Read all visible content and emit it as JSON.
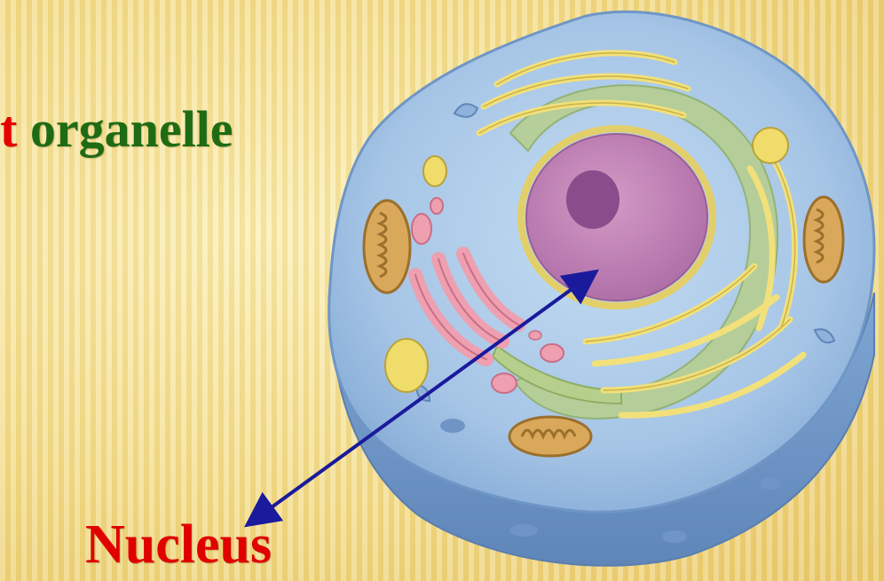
{
  "slide": {
    "title_partial_red": "t",
    "title_partial_green": "organelle",
    "nucleus_label": "Nucleus"
  },
  "colors": {
    "background": "#f3dd8c",
    "label_red": "#e00000",
    "title_green": "#1e6b14",
    "arrow": "#1a1a9c",
    "cytoplasm": "#aac8e6",
    "nucleus": "#c785b5",
    "nucleolus": "#8a4d8c",
    "er": "#a9c47c",
    "golgi": "#ee9fb0",
    "mitochondria": "#d9a85a",
    "vesicle_yellow": "#f0dc6a"
  }
}
